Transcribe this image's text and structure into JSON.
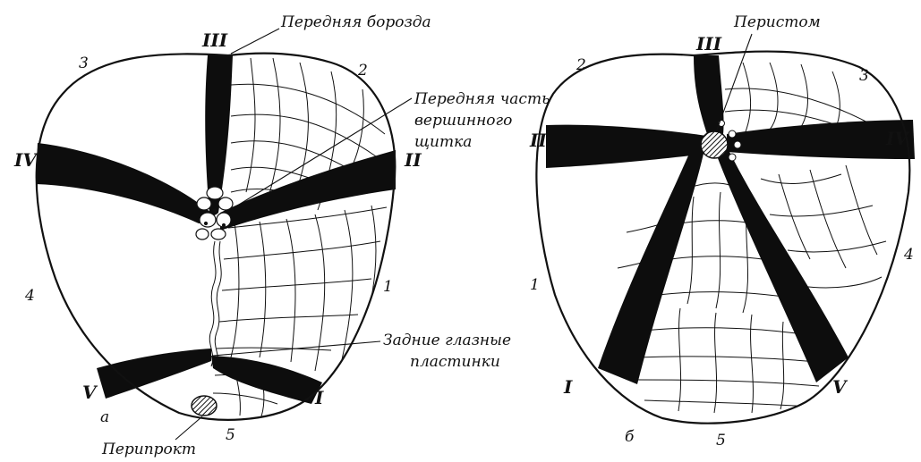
{
  "left": {
    "labels": {
      "anterior_groove": "Передняя борозда",
      "apical_shield_l1": "Передняя часть",
      "apical_shield_l2": "вершинного",
      "apical_shield_l3": "щитка",
      "posterior_ocular_l1": "Задние глазные",
      "posterior_ocular_l2": "пластинки",
      "periproct": "Перипрокт",
      "panel_letter": "а"
    },
    "numbers": {
      "n1": "1",
      "n2": "2",
      "n3": "3",
      "n4": "4",
      "n5": "5"
    },
    "ambulacra": {
      "r1": "I",
      "r2": "II",
      "r3": "III",
      "r4": "IV",
      "r5": "V"
    }
  },
  "right": {
    "labels": {
      "peristome": "Перистом",
      "panel_letter": "б"
    },
    "numbers": {
      "n1": "1",
      "n2": "2",
      "n3": "3",
      "n4": "4",
      "n5": "5"
    },
    "ambulacra": {
      "r1": "I",
      "r2": "II",
      "r3": "III",
      "r4": "IV",
      "r5": "V"
    }
  },
  "colors": {
    "ink": "#111111",
    "band": "#0d0d0d",
    "paper": "#ffffff"
  }
}
